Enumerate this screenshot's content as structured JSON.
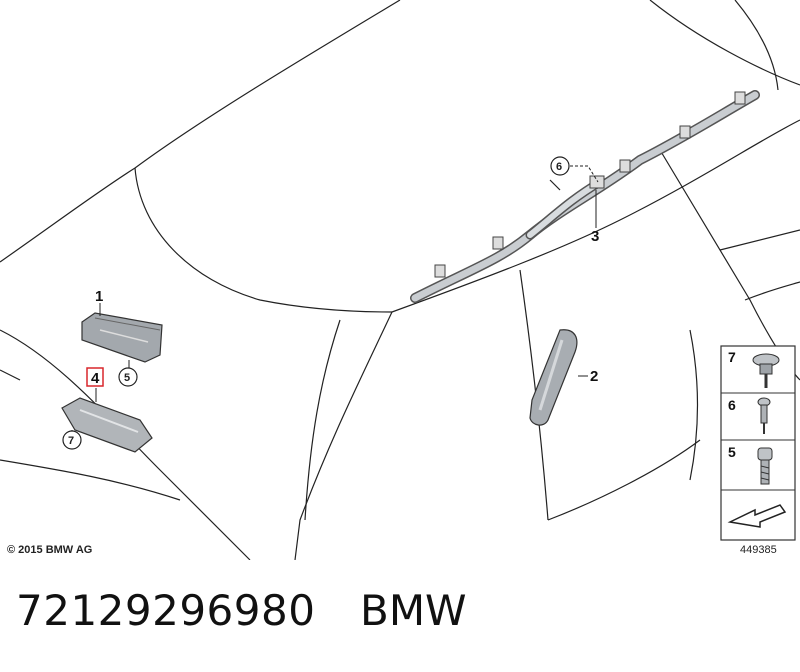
{
  "callouts": {
    "c1": "1",
    "c2": "2",
    "c3": "3",
    "c4": "4",
    "c5": "5",
    "c6": "6",
    "c7": "7"
  },
  "legend": {
    "items": [
      "7",
      "6",
      "5"
    ],
    "image_id": "449385"
  },
  "copyright": "© 2015 BMW AG",
  "footer": {
    "part_number": "72129296980",
    "brand": "BMW"
  },
  "colors": {
    "line": "#222222",
    "part_fill": "#9aa0a6",
    "highlight_box": "#d9262c"
  }
}
